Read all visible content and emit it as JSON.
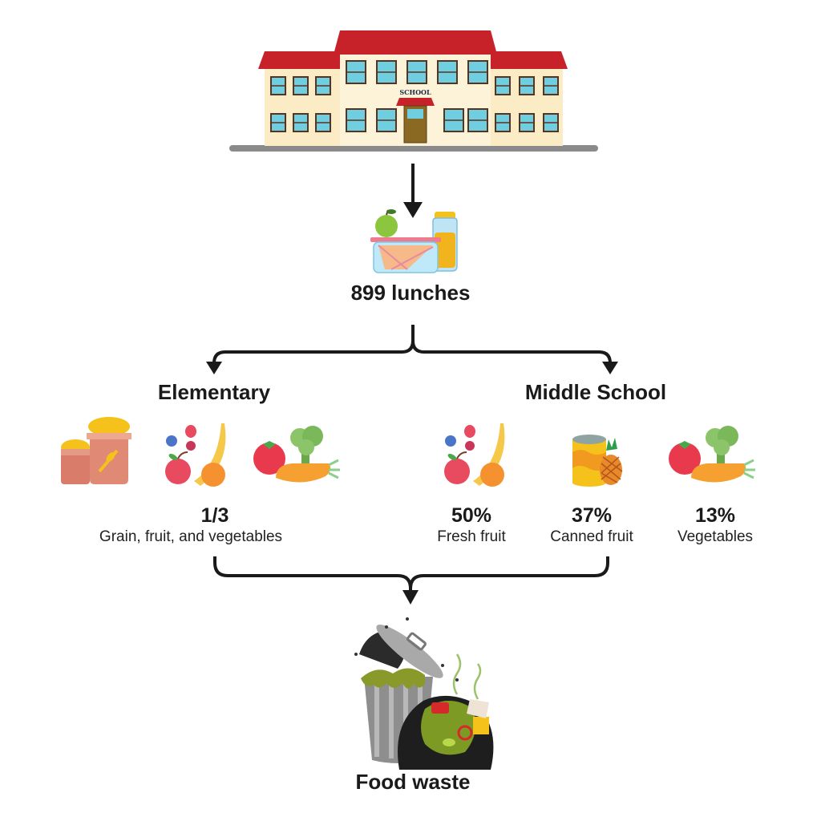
{
  "diagram": {
    "source": {
      "name": "School",
      "sign_text": "SCHOOL"
    },
    "lunches": {
      "label": "899 lunches",
      "count": 899
    },
    "branches": [
      {
        "title": "Elementary",
        "icons": [
          "grain-sack-icon",
          "fruit-mix-icon",
          "vegetables-icon"
        ],
        "stats": [
          {
            "value": "1/3",
            "label": "Grain, fruit, and vegetables"
          }
        ]
      },
      {
        "title": "Middle School",
        "icons": [
          "fruit-mix-icon",
          "canned-fruit-icon",
          "vegetables-icon"
        ],
        "stats": [
          {
            "value": "50%",
            "label": "Fresh fruit"
          },
          {
            "value": "37%",
            "label": "Canned fruit"
          },
          {
            "value": "13%",
            "label": "Vegetables"
          }
        ]
      }
    ],
    "outcome": {
      "label": "Food waste"
    }
  },
  "colors": {
    "arrow": "#1a1a1a",
    "roof": "#c7222a",
    "wall": "#fdf0cf",
    "window": "#6fcfe0",
    "road": "#8a8a8a"
  }
}
